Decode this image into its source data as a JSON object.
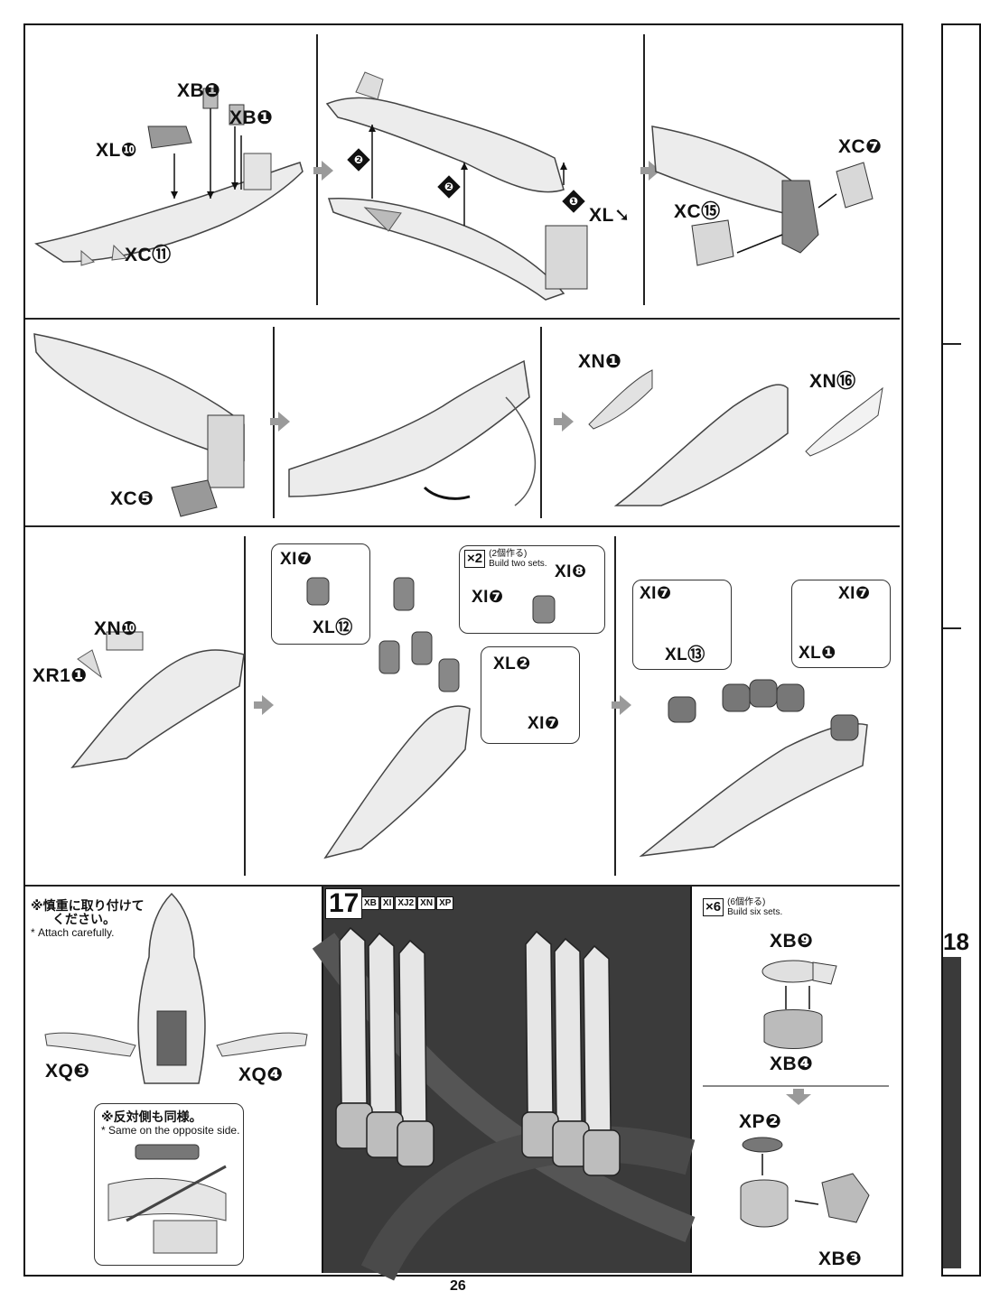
{
  "page_number": "26",
  "row1": {
    "panel1": {
      "labels": [
        "XB❶",
        "XB❶",
        "XL❿",
        "XC⑪"
      ]
    },
    "panel2": {
      "badges": [
        "❷",
        "❷",
        "❶"
      ],
      "labels": [
        "XL➘"
      ]
    },
    "panel3": {
      "labels": [
        "XC❼",
        "XC⑮"
      ]
    }
  },
  "row2": {
    "panel1": {
      "labels": [
        "XC❺"
      ]
    },
    "panel3": {
      "labels": [
        "XN❶",
        "XN⑯"
      ]
    }
  },
  "row3": {
    "panel1": {
      "labels": [
        "XN❿",
        "XR1❶"
      ]
    },
    "panel2": {
      "multiplier": "×2",
      "multiplier_jp": "(2個作る)",
      "multiplier_en": "Build two sets.",
      "labels": [
        "XI❼",
        "XL⑫",
        "XI❽",
        "XI❼",
        "XL❷",
        "XI❼"
      ]
    },
    "panel3": {
      "labels": [
        "XI❼",
        "XL⑬",
        "XI❼",
        "XL❶"
      ]
    }
  },
  "row4": {
    "left": {
      "note_jp": "※慎重に取り付けて",
      "note_jp2": "ください。",
      "note_en": "* Attach carefully.",
      "labels": [
        "XQ❸",
        "XQ❹"
      ],
      "sub_note_jp": "※反対側も同様。",
      "sub_note_en": "* Same on the opposite side."
    },
    "step17": {
      "number": "17",
      "parts": [
        "XB",
        "XI",
        "XJ2",
        "XN",
        "XP"
      ]
    },
    "right": {
      "multiplier": "×6",
      "multiplier_jp": "(6個作る)",
      "multiplier_en": "Build six sets.",
      "labels": [
        "XB❾",
        "XB❹",
        "XP❷",
        "XB❸"
      ]
    }
  },
  "right_edge": {
    "step_partial": "18"
  }
}
